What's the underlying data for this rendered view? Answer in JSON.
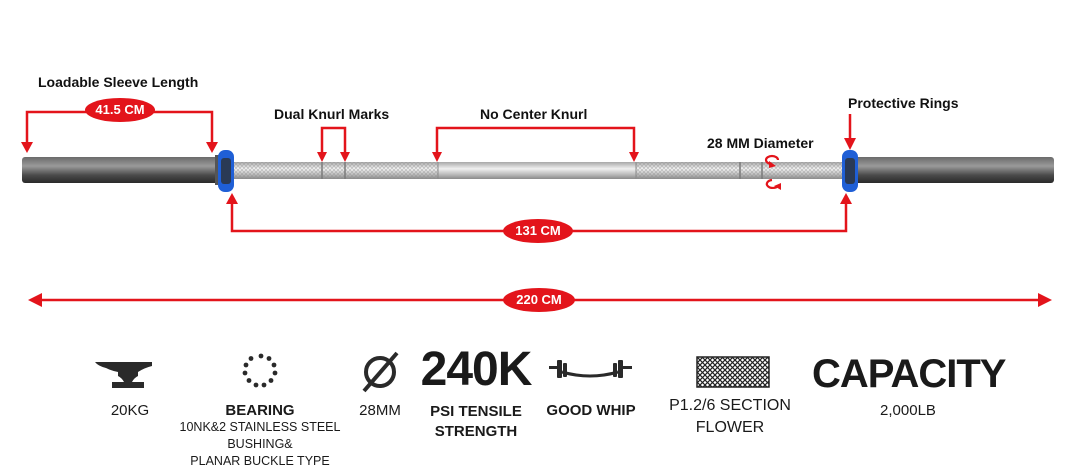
{
  "diagram": {
    "labels": {
      "sleeve_length": "Loadable Sleeve Length",
      "dual_knurl": "Dual Knurl Marks",
      "no_center_knurl": "No Center Knurl",
      "diameter": "28 MM Diameter",
      "protective_rings": "Protective Rings"
    },
    "dimensions": {
      "sleeve": "41.5 CM",
      "shaft": "131 CM",
      "total": "220 CM"
    },
    "colors": {
      "accent": "#e3141b",
      "ring": "#1f5fd6",
      "sleeve": "#3a3a3a",
      "shaft": "#c8c8c8"
    }
  },
  "specs": [
    {
      "icon": "anvil-icon",
      "lines": [
        "20KG"
      ]
    },
    {
      "icon": "bearing-icon",
      "heading": "BEARING",
      "lines": [
        "10NK&2 STAINLESS STEEL",
        "BUSHING&",
        "PLANAR BUCKLE TYPE"
      ]
    },
    {
      "icon": "diameter-icon",
      "lines": [
        "28MM"
      ]
    },
    {
      "big": "240K",
      "lines": [
        "PSI TENSILE",
        "STRENGTH"
      ]
    },
    {
      "icon": "barbell-whip-icon",
      "lines": [
        "GOOD WHIP"
      ]
    },
    {
      "icon": "knurl-pattern-icon",
      "lines": [
        "P1.2/6 SECTION",
        "FLOWER"
      ]
    },
    {
      "big": "CAPACITY",
      "lines": [
        "2,000LB"
      ]
    }
  ]
}
